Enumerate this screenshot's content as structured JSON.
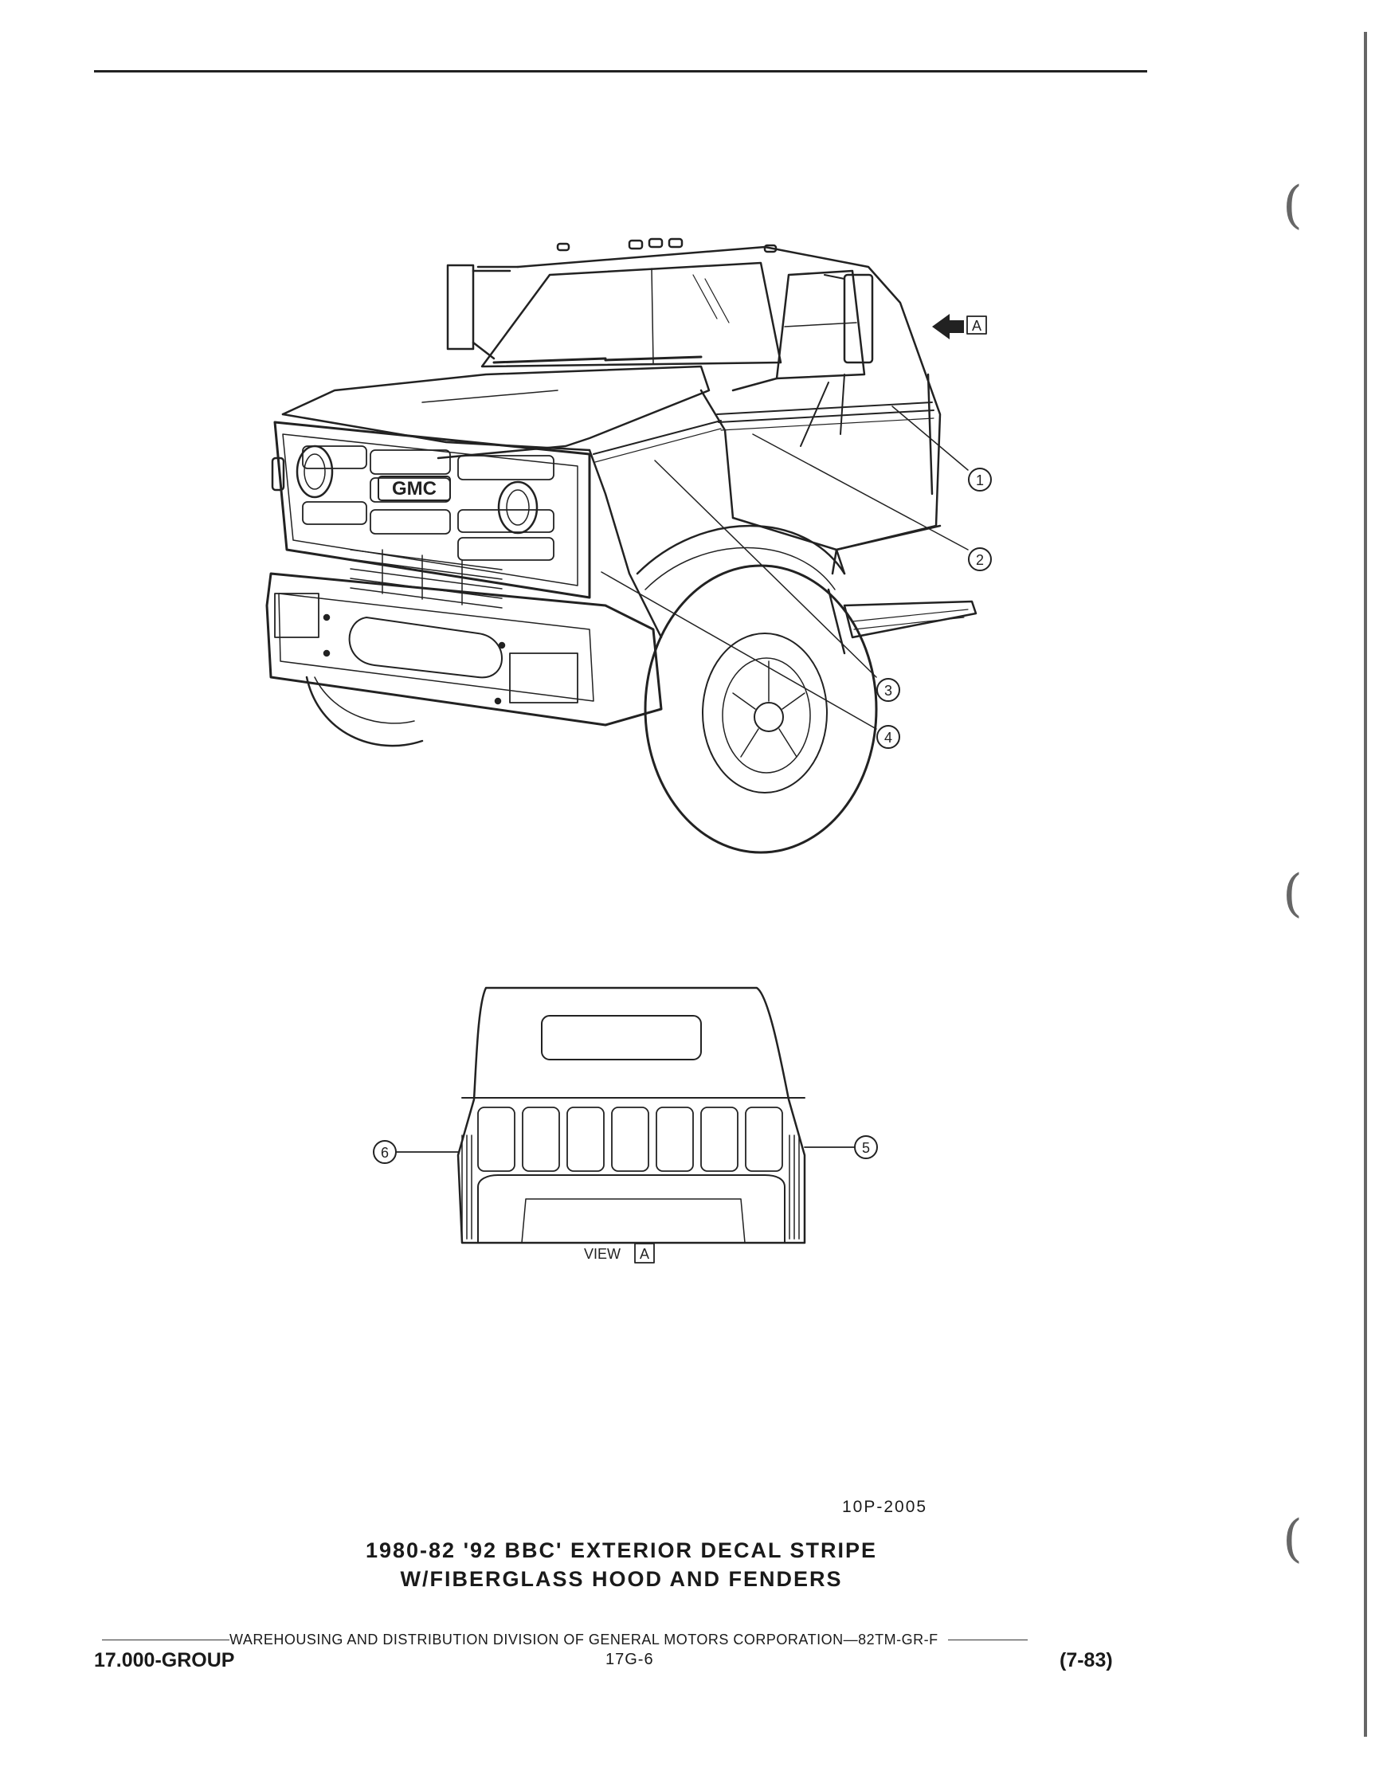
{
  "figure": {
    "callouts": [
      "1",
      "2",
      "3",
      "4",
      "5",
      "6"
    ],
    "view_marker": "A",
    "view_label": "VIEW",
    "grille_badge": "GMC"
  },
  "figure_number": "10P-2005",
  "caption": {
    "line1": "1980-82 '92 BBC' EXTERIOR DECAL STRIPE",
    "line2": "W/FIBERGLASS HOOD AND FENDERS"
  },
  "footer": {
    "publisher_line": "WAREHOUSING AND DISTRIBUTION DIVISION OF GENERAL MOTORS CORPORATION—82TM-GR-F",
    "group_code": "17.000-GROUP",
    "page_number": "17G-6",
    "date_code": "(7-83)"
  }
}
